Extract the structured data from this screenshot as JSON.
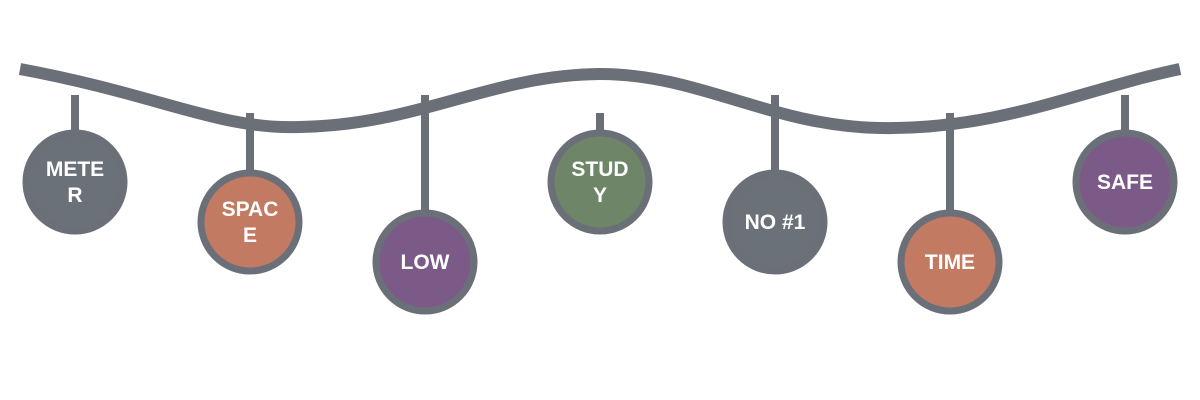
{
  "colors": {
    "line": "#6b7078",
    "gray": "#6b7179",
    "orange": "#c27a63",
    "purple": "#7b5a88",
    "green": "#6e8568"
  },
  "ornaments": [
    {
      "label_lines": [
        "METE",
        "R"
      ],
      "color": "gray"
    },
    {
      "label_lines": [
        "SPAC",
        "E"
      ],
      "color": "orange"
    },
    {
      "label_lines": [
        "LOW"
      ],
      "color": "purple"
    },
    {
      "label_lines": [
        "STUD",
        "Y"
      ],
      "color": "green"
    },
    {
      "label_lines": [
        "NO #1"
      ],
      "color": "gray"
    },
    {
      "label_lines": [
        "TIME"
      ],
      "color": "orange"
    },
    {
      "label_lines": [
        "SAFE"
      ],
      "color": "purple"
    }
  ]
}
